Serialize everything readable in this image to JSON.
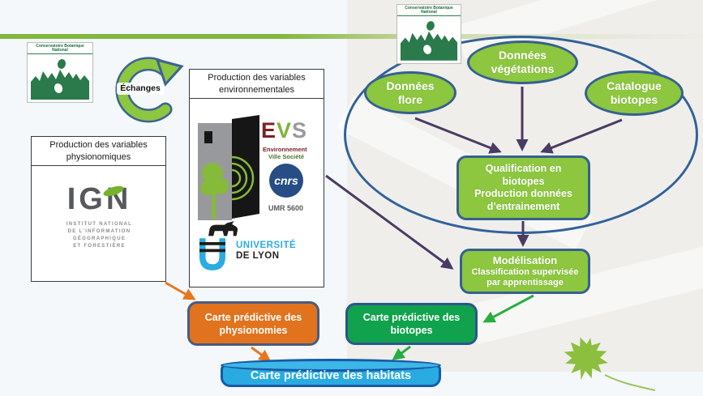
{
  "colors": {
    "accent_green": "#8dc63f",
    "bar_green": "#82b73d",
    "node_border_blue": "#35618f",
    "arrow_purple": "#4b3a63",
    "arrow_orange": "#e8761e",
    "arrow_green": "#27ae3f",
    "output_orange": "#e2731e",
    "output_green": "#10a24c",
    "cylinder_blue": "#29abe2",
    "tree_green": "#2a7a4c"
  },
  "logos": {
    "cbn_title": "Conservatoire Botanique National",
    "ign": {
      "acronym": "IGN",
      "line1": "INSTITUT NATIONAL",
      "line2": "DE L'INFORMATION",
      "line3": "GÉOGRAPHIQUE",
      "line4": "ET FORESTIÈRE"
    },
    "evs": {
      "e": "E",
      "v": "V",
      "s": "S",
      "sub1": "Environnement",
      "sub2": "Ville Société",
      "cnrs": "cnrs",
      "umr": "UMR 5600"
    },
    "lyon": {
      "line1": "UNIVERSITÉ",
      "line2": "DE LYON"
    }
  },
  "exchange": {
    "label": "Échanges"
  },
  "boxes": {
    "physio_header": {
      "line1": "Production des variables",
      "line2": "physionomiques"
    },
    "env_header": {
      "line1": "Production des variables",
      "line2": "environnementales"
    }
  },
  "ellipses": {
    "flore": {
      "line1": "Données",
      "line2": "flore"
    },
    "vegetations": {
      "line1": "Données",
      "line2": "végétations"
    },
    "catalogue": {
      "line1": "Catalogue",
      "line2": "biotopes"
    }
  },
  "process": {
    "qualification": {
      "line1": "Qualification en",
      "line2": "biotopes",
      "line3": "Production données",
      "line4": "d’entrainement"
    },
    "modelisation": {
      "title": "Modélisation",
      "line1": "Classification supervisée",
      "line2": "par apprentissage"
    }
  },
  "outputs": {
    "physionomies": {
      "line1": "Carte prédictive des",
      "line2": "physionomies"
    },
    "biotopes": {
      "line1": "Carte prédictive des",
      "line2": "biotopes"
    },
    "habitats": {
      "label": "Carte prédictive des habitats"
    }
  }
}
